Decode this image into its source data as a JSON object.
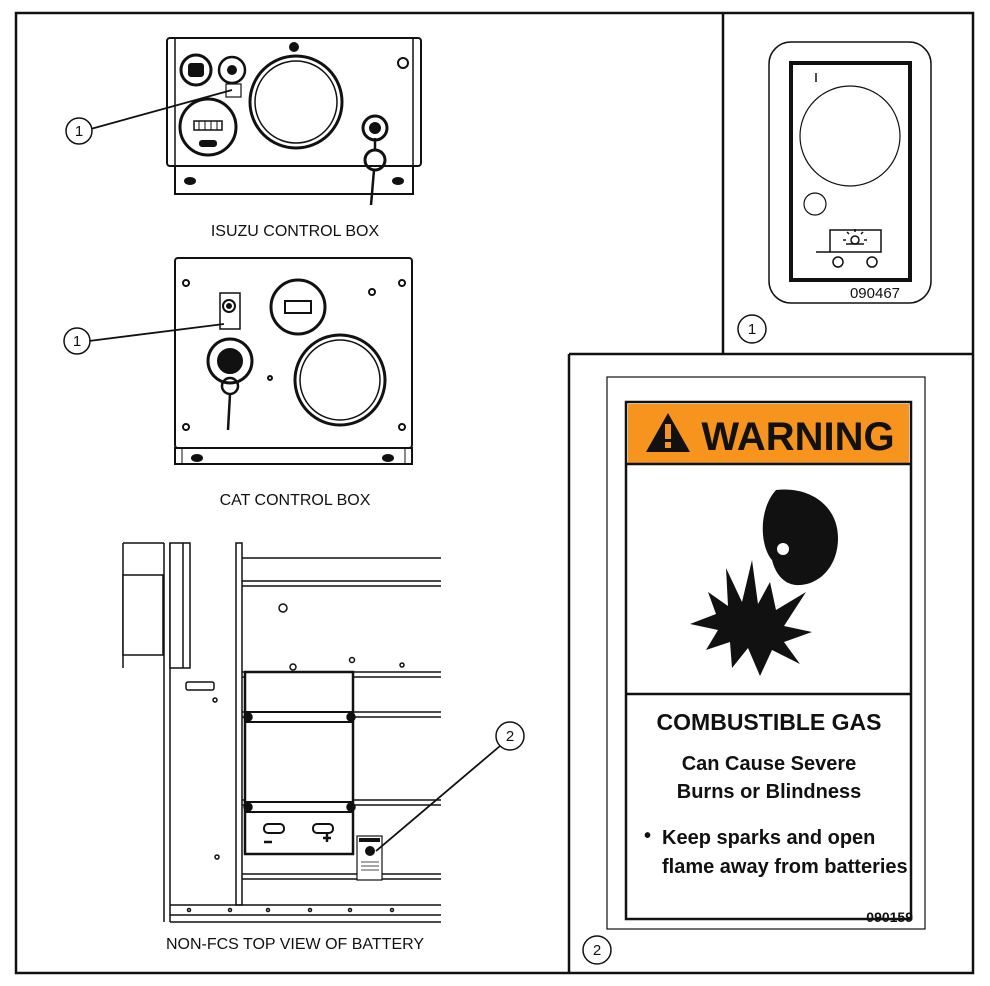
{
  "callouts": {
    "one": "1",
    "two": "2"
  },
  "labels": {
    "isuzu": "ISUZU CONTROL BOX",
    "cat": "CAT CONTROL BOX",
    "battery": "NON-FCS TOP VIEW OF BATTERY"
  },
  "decal_090467": {
    "code": "090467"
  },
  "warning_decal": {
    "header": "WARNING",
    "hazard": "COMBUSTIBLE GAS",
    "line1": "Can Cause Severe",
    "line2": "Burns or Blindness",
    "bullet": "•",
    "instruction1": "Keep sparks and open",
    "instruction2": "flame away from batteries",
    "code": "090159"
  },
  "colors": {
    "warning_orange": "#f7941d",
    "ink": "#111111"
  }
}
